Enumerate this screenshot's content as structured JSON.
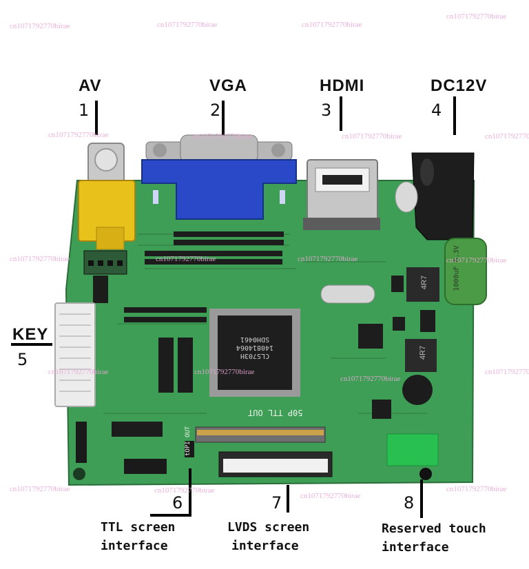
{
  "connectors": [
    {
      "number": "1",
      "name": "AV"
    },
    {
      "number": "2",
      "name": "VGA"
    },
    {
      "number": "3",
      "name": "HDMI"
    },
    {
      "number": "4",
      "name": "DC12V"
    },
    {
      "number": "5",
      "name": "KEY"
    },
    {
      "number": "6",
      "name": "TTL screen interface"
    },
    {
      "number": "7",
      "name": "LVDS screen interface"
    },
    {
      "number": "8",
      "name": "Reserved touch interface"
    }
  ],
  "captions": {
    "ttl_line1": "TTL screen",
    "ttl_line2": "interface",
    "lvds_line1": "LVDS screen",
    "lvds_line2": "interface",
    "touch_line1": "Reserved touch",
    "touch_line2": "interface"
  },
  "board_markings": {
    "chip_line1": "CLS703H",
    "chip_line2": "140814064",
    "chip_line3": "SDH0461",
    "ttl_out": "50P TTL OUT",
    "lvds_out": "tOPI OUT",
    "capacitor": "1000uF 6.3V",
    "inductor1": "4R7",
    "inductor2": "4R7"
  },
  "watermark": "cn1071792770birae",
  "colors": {
    "pcb": "#3f9e56",
    "pcb_dark": "#2f7d44",
    "vga_blue": "#2a49c9",
    "av_yellow": "#e8c21a",
    "touch_pad": "#28c050"
  }
}
